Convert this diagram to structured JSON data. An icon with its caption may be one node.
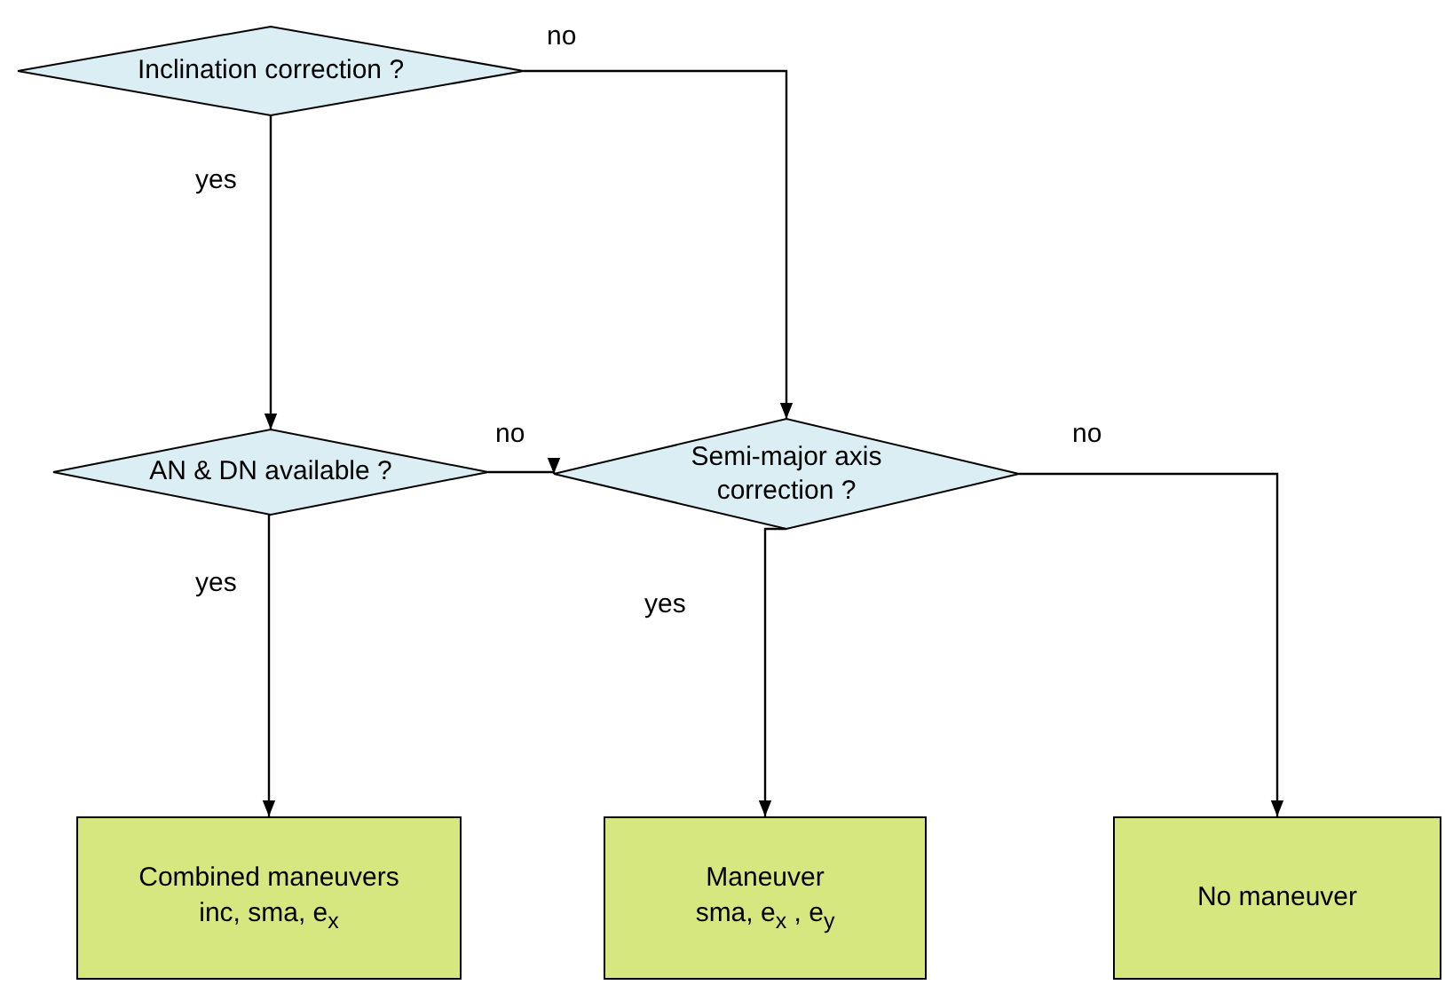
{
  "diagram": {
    "nodes": [
      {
        "text": [
          "Inclination correction ?"
        ]
      },
      {
        "text": [
          "AN & DN available ?"
        ]
      },
      {
        "text": [
          "Semi-major axis correction ?"
        ]
      },
      {
        "text": [
          "Combined maneuvers",
          "inc, sma, e$_{x}$"
        ]
      },
      {
        "text": [
          "Maneuver",
          "sma, e$_{x}$ , e$_{y}$"
        ]
      },
      {
        "text": [
          "No maneuver"
        ]
      }
    ],
    "edges": [
      {
        "from": 0,
        "to": 1,
        "arrow": "to",
        "label": "yes"
      },
      {
        "from": 0,
        "to": 2,
        "arrow": "to",
        "label": "no"
      },
      {
        "from": 1,
        "to": 2,
        "arrow": "to",
        "label": "no"
      },
      {
        "from": 1,
        "to": 3,
        "arrow": "to",
        "label": "yes"
      },
      {
        "from": 2,
        "to": 4,
        "arrow": "to",
        "label": "yes"
      },
      {
        "from": 2,
        "to": 5,
        "arrow": "to",
        "label": "no"
      }
    ]
  }
}
